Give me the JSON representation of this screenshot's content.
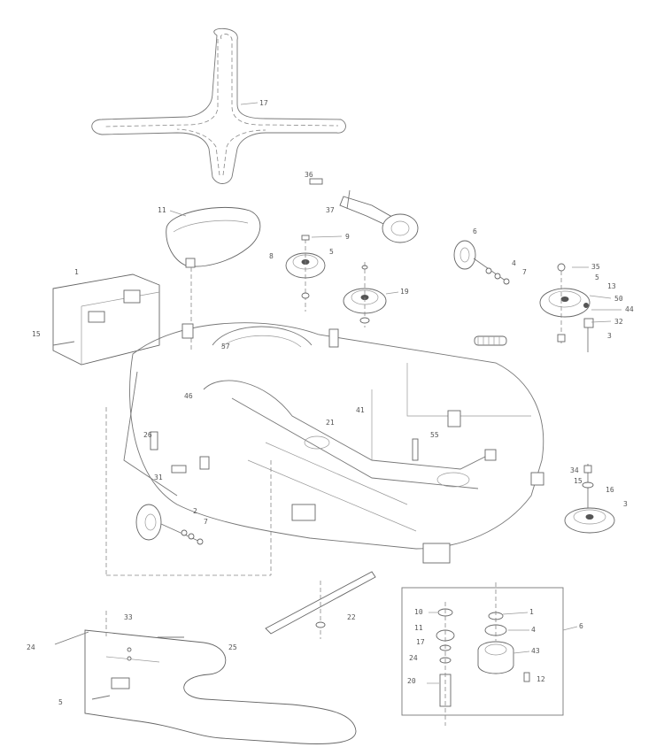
{
  "labels": {
    "belt": "17",
    "cover": "11",
    "bolt_top": "36",
    "idler_arm": "37",
    "pulley_left_num": "9",
    "pulley_left_b": "8",
    "pulley_left_c": "5",
    "pulley_center": "19",
    "pulley_right_a": "5",
    "pulley_right_b": "35",
    "pulley_right_c": "50",
    "pulley_right_d": "44",
    "pulley_right_e": "3",
    "pulley_right_f": "32",
    "pulley_right_g": "13",
    "spindle_top_a": "6",
    "spindle_top_b": "4",
    "spindle_top_c": "7",
    "left_shield": "15",
    "left_shield_b": "1",
    "deck_a": "57",
    "deck_b": "46",
    "deck_c": "41",
    "deck_d": "21",
    "deck_e": "26",
    "deck_f": "31",
    "deck_g": "55",
    "right_h": "34",
    "right_i": "15",
    "right_j": "16",
    "right_k": "3",
    "wheel_a": "2",
    "wheel_b": "7",
    "blade": "22",
    "detail_a": "10",
    "detail_b": "11",
    "detail_c": "17",
    "detail_d": "24",
    "detail_e": "20",
    "detail_f": "1",
    "detail_g": "4",
    "detail_h": "43",
    "detail_i": "6",
    "detail_j": "12",
    "bottom_a": "33",
    "bottom_b": "24",
    "bottom_c": "25",
    "bottom_d": "5"
  }
}
